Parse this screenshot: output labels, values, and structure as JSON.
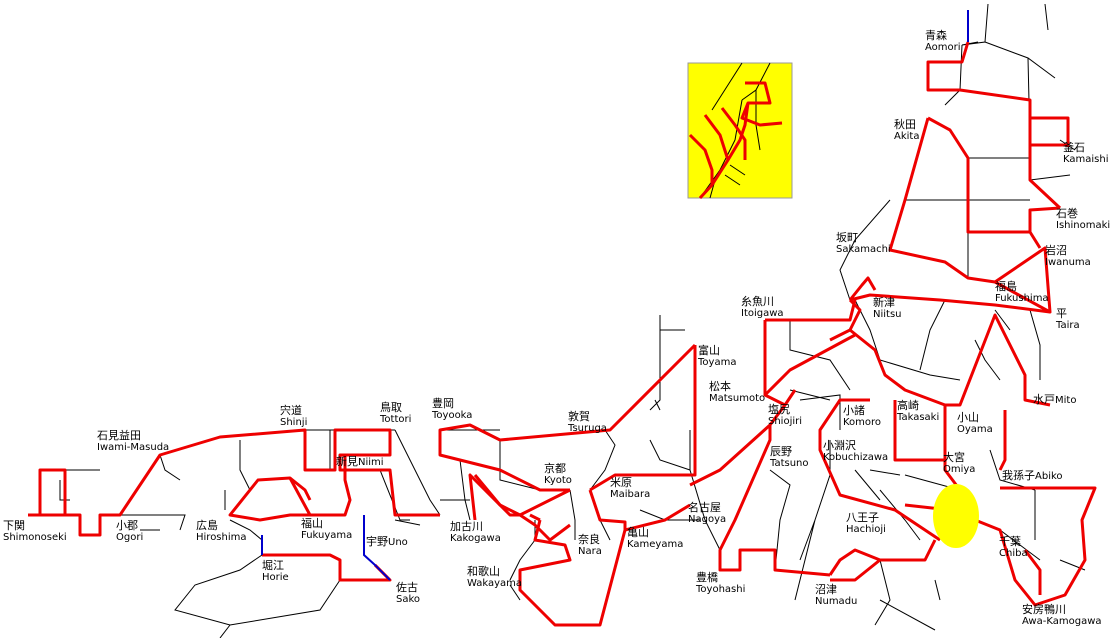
{
  "colors": {
    "route": "#ee0000",
    "other_line": "#000000",
    "special_line": "#0000cc",
    "inset_bg": "#ffff00",
    "highlight": "#ffff00"
  },
  "stations": [
    {
      "id": "aomori",
      "jp": "青森",
      "en": "Aomori"
    },
    {
      "id": "akita",
      "jp": "秋田",
      "en": "Akita"
    },
    {
      "id": "kamaishi",
      "jp": "釜石",
      "en": "Kamaishi"
    },
    {
      "id": "ishinomaki",
      "jp": "石巻",
      "en": "Ishinomaki"
    },
    {
      "id": "sakamachi",
      "jp": "坂町",
      "en": "Sakamachi"
    },
    {
      "id": "iwanuma",
      "jp": "岩沼",
      "en": "Iwanuma"
    },
    {
      "id": "fukushima",
      "jp": "福島",
      "en": "Fukushima"
    },
    {
      "id": "niitsu",
      "jp": "新津",
      "en": "Niitsu"
    },
    {
      "id": "taira",
      "jp": "平",
      "en": "Taira"
    },
    {
      "id": "itoigawa",
      "jp": "糸魚川",
      "en": "Itoigawa"
    },
    {
      "id": "toyama",
      "jp": "富山",
      "en": "Toyama"
    },
    {
      "id": "matsumoto",
      "jp": "松本",
      "en": "Matsumoto"
    },
    {
      "id": "mito",
      "jp": "水戸",
      "en": "Mito"
    },
    {
      "id": "shiojiri",
      "jp": "塩尻",
      "en": "Shiojiri"
    },
    {
      "id": "komoro",
      "jp": "小諸",
      "en": "Komoro"
    },
    {
      "id": "takasaki",
      "jp": "高崎",
      "en": "Takasaki"
    },
    {
      "id": "oyama",
      "jp": "小山",
      "en": "Oyama"
    },
    {
      "id": "tatsuno",
      "jp": "辰野",
      "en": "Tatsuno"
    },
    {
      "id": "kobuchizawa",
      "jp": "小淵沢",
      "en": "Kobuchizawa"
    },
    {
      "id": "omiya",
      "jp": "大宮",
      "en": "Omiya"
    },
    {
      "id": "abiko",
      "jp": "我孫子",
      "en": "Abiko"
    },
    {
      "id": "hachioji",
      "jp": "八王子",
      "en": "Hachioji"
    },
    {
      "id": "chiba",
      "jp": "千葉",
      "en": "Chiba"
    },
    {
      "id": "toyohashi",
      "jp": "豊橋",
      "en": "Toyohashi"
    },
    {
      "id": "numadu",
      "jp": "沼津",
      "en": "Numadu"
    },
    {
      "id": "awakamogawa",
      "jp": "安房鴨川",
      "en": "Awa-Kamogawa"
    },
    {
      "id": "nagoya",
      "jp": "名古屋",
      "en": "Nagoya"
    },
    {
      "id": "kameyama",
      "jp": "亀山",
      "en": "Kameyama"
    },
    {
      "id": "maibara",
      "jp": "米原",
      "en": "Maibara"
    },
    {
      "id": "tsuruga",
      "jp": "敦賀",
      "en": "Tsuruga"
    },
    {
      "id": "kyoto",
      "jp": "京都",
      "en": "Kyoto"
    },
    {
      "id": "nara",
      "jp": "奈良",
      "en": "Nara"
    },
    {
      "id": "wakayama",
      "jp": "和歌山",
      "en": "Wakayama"
    },
    {
      "id": "kakogawa",
      "jp": "加古川",
      "en": "Kakogawa"
    },
    {
      "id": "toyooka",
      "jp": "豊岡",
      "en": "Toyooka"
    },
    {
      "id": "tottori",
      "jp": "鳥取",
      "en": "Tottori"
    },
    {
      "id": "shinji",
      "jp": "宍道",
      "en": "Shinji"
    },
    {
      "id": "niimi",
      "jp": "新見",
      "en": "Niimi"
    },
    {
      "id": "iwamimasuda",
      "jp": "石見益田",
      "en": "Iwami-Masuda"
    },
    {
      "id": "fukuyama",
      "jp": "福山",
      "en": "Fukuyama"
    },
    {
      "id": "uno",
      "jp": "宇野",
      "en": "Uno"
    },
    {
      "id": "hiroshima",
      "jp": "広島",
      "en": "Hiroshima"
    },
    {
      "id": "ogori",
      "jp": "小郡",
      "en": "Ogori"
    },
    {
      "id": "shimonoseki",
      "jp": "下関",
      "en": "Shimonoseki"
    },
    {
      "id": "horie",
      "jp": "堀江",
      "en": "Horie"
    },
    {
      "id": "sako",
      "jp": "佐古",
      "en": "Sako"
    }
  ]
}
